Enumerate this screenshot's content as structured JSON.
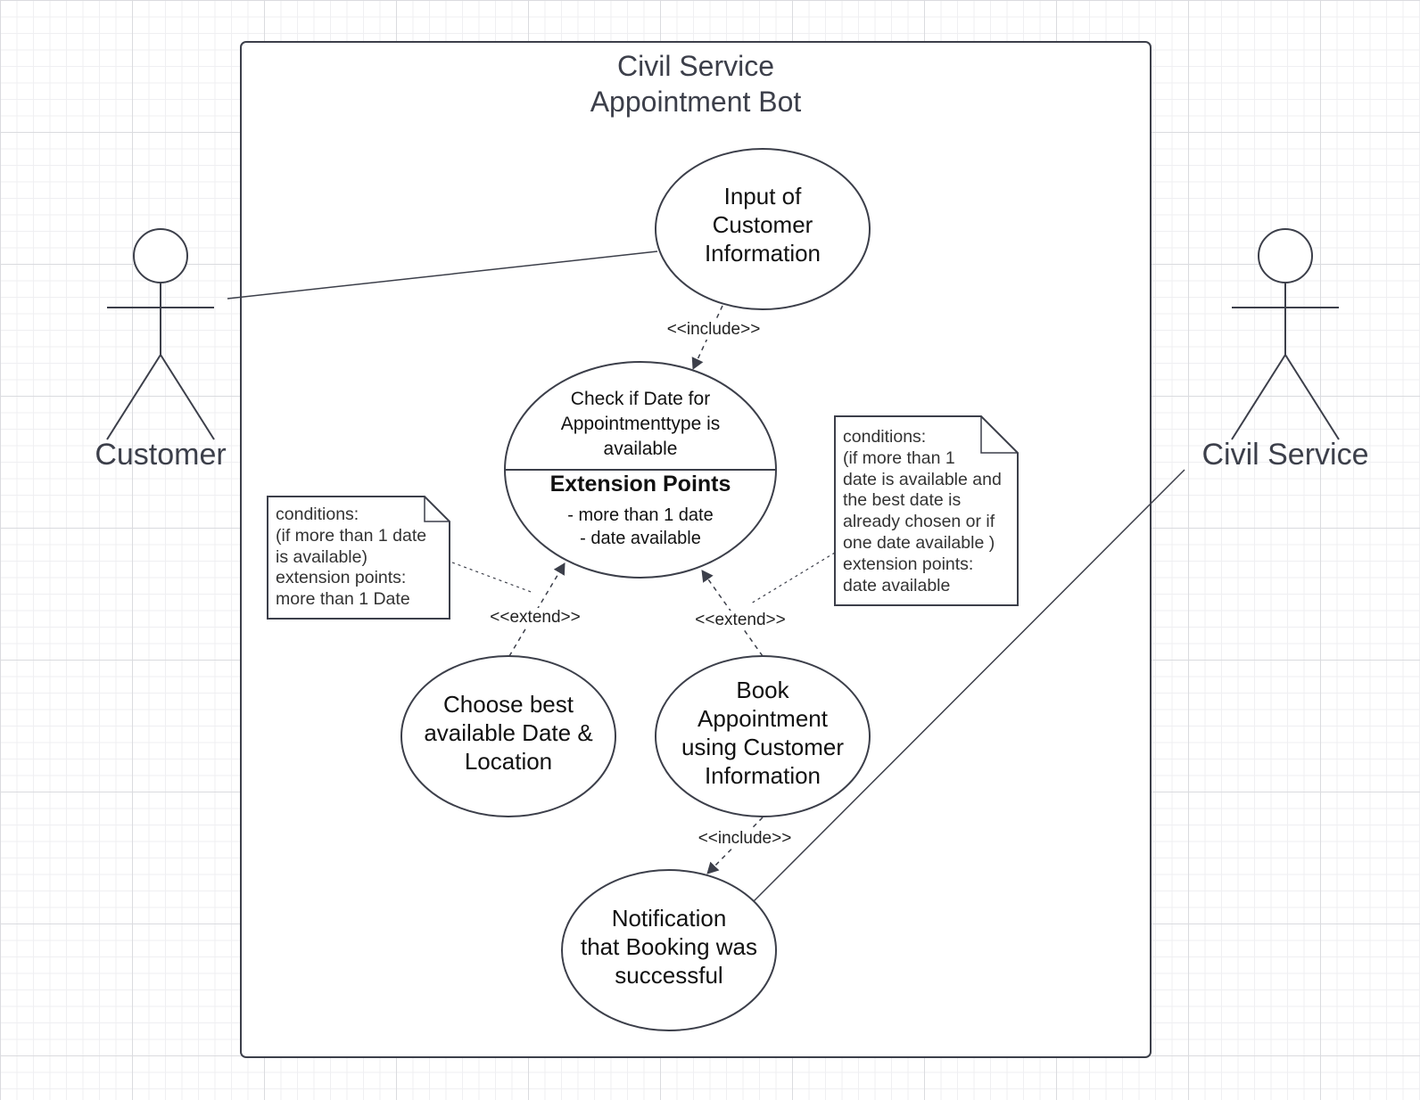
{
  "system": {
    "title_line1": "Civil Service",
    "title_line2": "Appointment Bot"
  },
  "actors": {
    "customer": "Customer",
    "civil_service": "Civil Service"
  },
  "use_cases": {
    "input_info": [
      "Input of",
      "Customer",
      "Information"
    ],
    "check_date": [
      "Check if Date for",
      "Appointmenttype is",
      "available"
    ],
    "extension_points_title": "Extension Points",
    "extension_points": [
      "- more than 1 date",
      "- date available"
    ],
    "choose_best": [
      "Choose best",
      "available Date &",
      "Location"
    ],
    "book": [
      "Book",
      "Appointment",
      "using Customer",
      "Information"
    ],
    "notification": [
      "Notification",
      "that Booking was",
      "successful"
    ]
  },
  "relations": {
    "include_top": "<<include>>",
    "extend_left": "<<extend>>",
    "extend_right": "<<extend>>",
    "include_bottom": "<<include>>"
  },
  "notes": {
    "left": [
      "conditions:",
      "(if more than 1 date",
      "is available)",
      "extension points:",
      "more than 1 Date"
    ],
    "right": [
      "conditions:",
      "(if more than 1",
      "date is available and",
      "the best date is",
      "already chosen or if",
      "one date available )",
      "extension points:",
      "date available"
    ]
  }
}
